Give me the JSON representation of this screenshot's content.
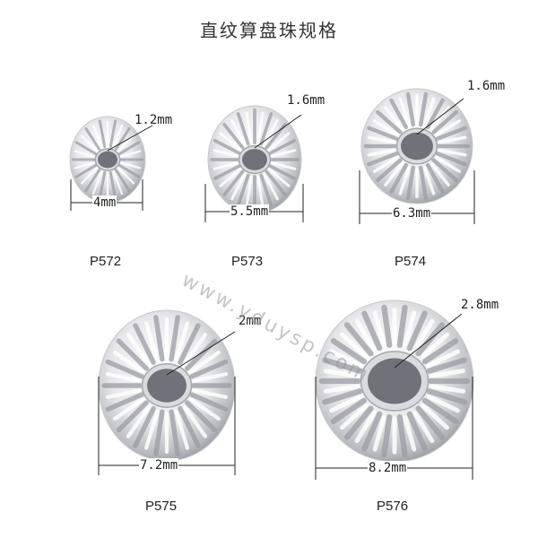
{
  "title": "直纹算盘珠规格",
  "watermark": "www.yduysp.com",
  "beads": [
    {
      "code": "P572",
      "hole": "1.2mm",
      "width": "4mm"
    },
    {
      "code": "P573",
      "hole": "1.6mm",
      "width": "5.5mm"
    },
    {
      "code": "P574",
      "hole": "1.6mm",
      "width": "6.3mm"
    },
    {
      "code": "P575",
      "hole": "2mm",
      "width": "7.2mm"
    },
    {
      "code": "P576",
      "hole": "2.8mm",
      "width": "8.2mm"
    }
  ]
}
